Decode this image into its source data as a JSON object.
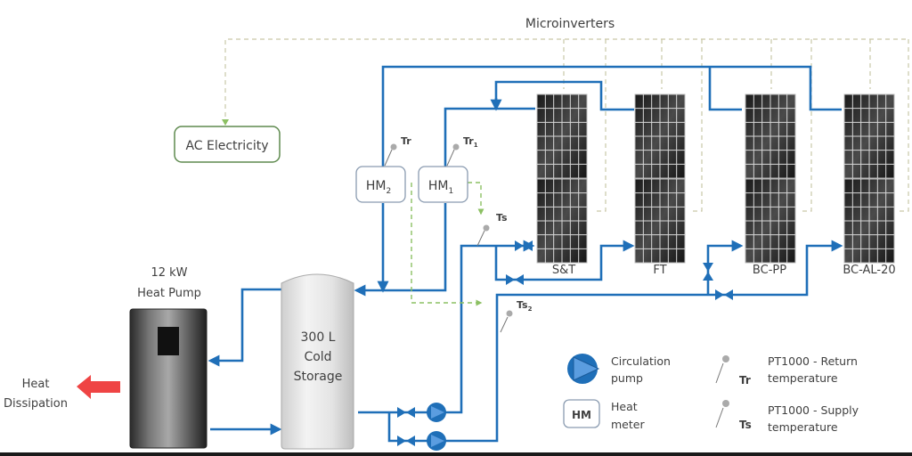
{
  "diagram": {
    "title_microinverters": "Microinverters",
    "ac_electricity": "AC Electricity",
    "heat_meters": [
      {
        "main": "HM",
        "sub": "2"
      },
      {
        "main": "HM",
        "sub": "1"
      }
    ],
    "sensors": {
      "tr": {
        "main": "Tr",
        "sub": ""
      },
      "tr1": {
        "main": "Tr",
        "sub": "1"
      },
      "ts": {
        "main": "Ts",
        "sub": ""
      },
      "ts2": {
        "main": "Ts",
        "sub": "2"
      }
    },
    "heat_pump": {
      "line1": "12 kW",
      "line2": "Heat Pump"
    },
    "heat_dissipation": {
      "line1": "Heat",
      "line2": "Dissipation"
    },
    "cold_storage": {
      "line1": "300 L",
      "line2": "Cold",
      "line3": "Storage"
    },
    "collectors": [
      {
        "label": "S&T"
      },
      {
        "label": "FT"
      },
      {
        "label": "BC-PP"
      },
      {
        "label": "BC-AL-20"
      }
    ],
    "legend": {
      "pump": {
        "line1": "Circulation",
        "line2": "pump"
      },
      "hm": {
        "symbol": "HM",
        "line1": "Heat",
        "line2": "meter"
      },
      "tr": {
        "symbol": "Tr",
        "line1": "PT1000 - Return",
        "line2": "temperature"
      },
      "ts": {
        "symbol": "Ts",
        "line1": "PT1000 - Supply",
        "line2": "temperature"
      }
    },
    "colors": {
      "pipe": "#1f6fb8",
      "signal": "#8cc063",
      "heat_arrow": "#ef4444"
    }
  }
}
